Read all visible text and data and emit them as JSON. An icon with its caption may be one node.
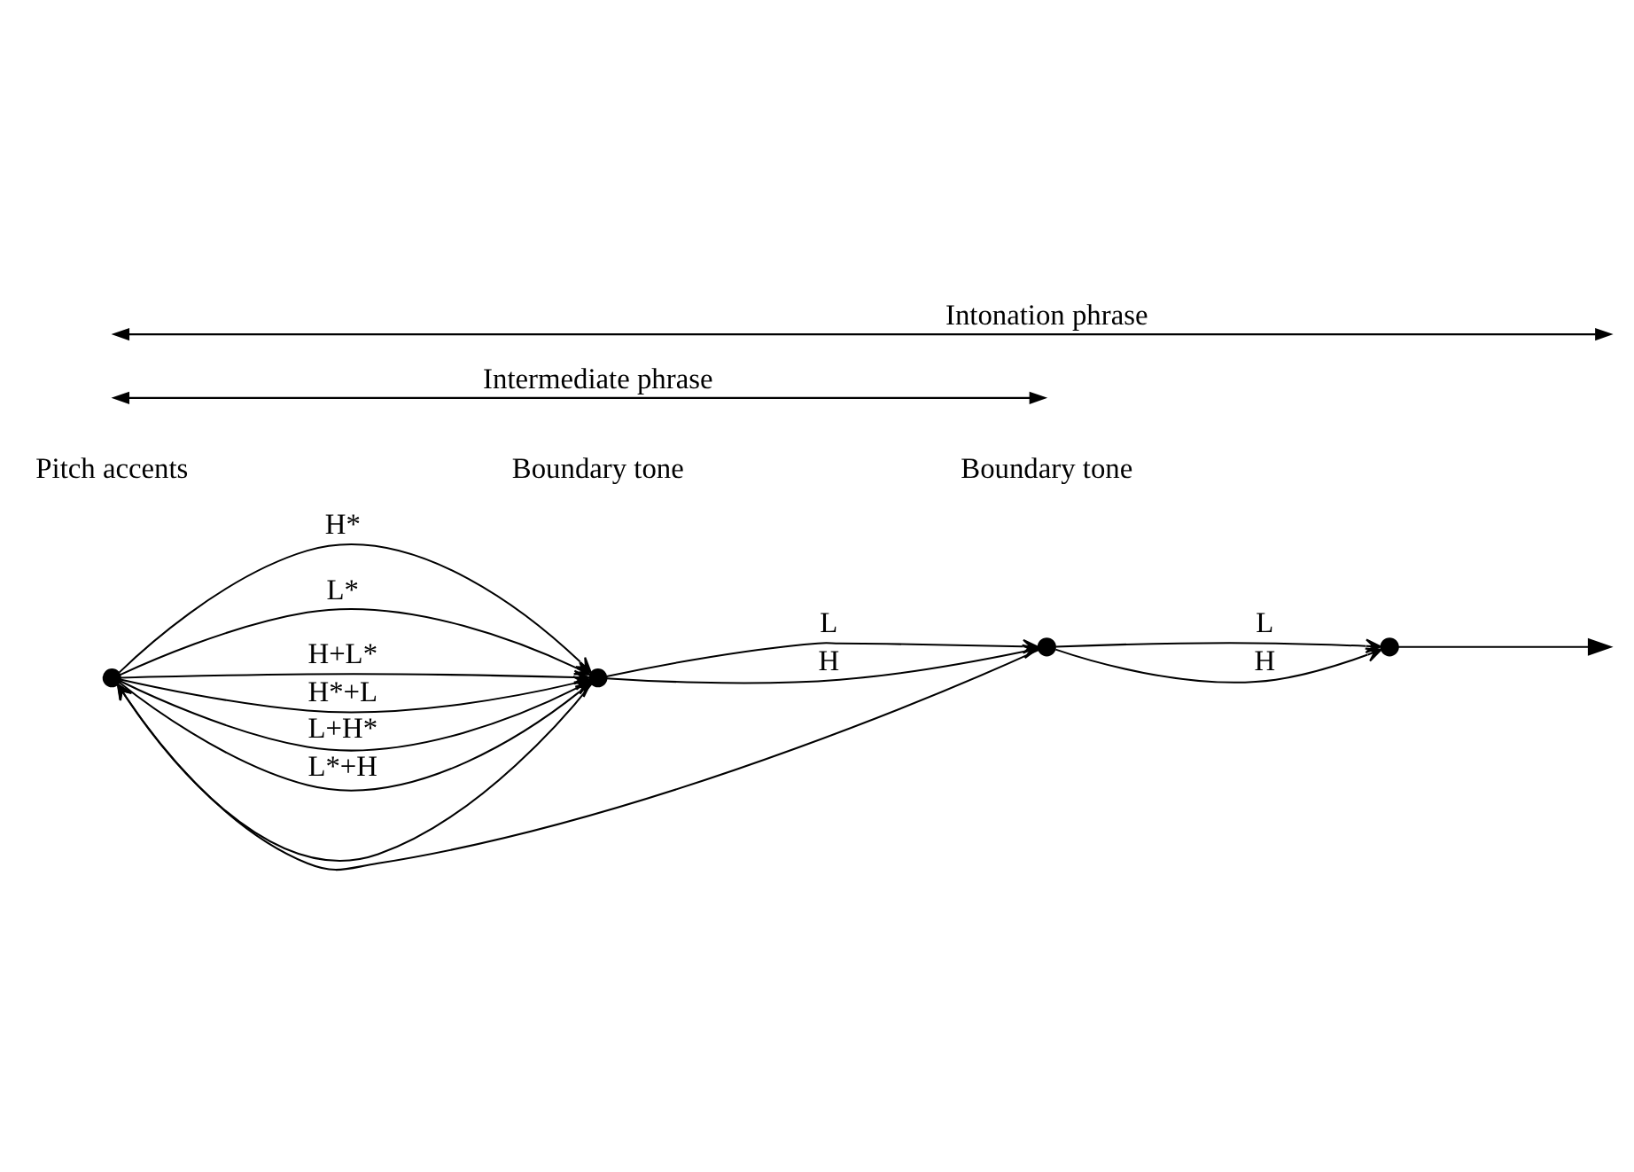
{
  "diagram": {
    "nodes": [
      {
        "text": [],
        "shape": "circle"
      },
      {
        "text": [],
        "shape": "circle"
      },
      {
        "text": [],
        "shape": "circle"
      },
      {
        "text": [],
        "shape": "circle"
      }
    ],
    "edges": [
      {
        "from": 1,
        "to": 0,
        "arrow": "to"
      },
      {
        "from": 0,
        "to": 1,
        "label": "H*",
        "arrow": "to"
      },
      {
        "from": 0,
        "to": 1,
        "label": "L*",
        "arrow": "to"
      },
      {
        "from": 0,
        "to": 1,
        "label": "H+L*",
        "arrow": "to"
      },
      {
        "from": 0,
        "to": 1,
        "label": "H*+L",
        "arrow": "to"
      },
      {
        "from": 0,
        "to": 1,
        "label": "L+H*",
        "arrow": "to"
      },
      {
        "from": 0,
        "to": 1,
        "label": "L*+H",
        "arrow": "to"
      },
      {
        "from": 1,
        "to": 2,
        "label": "L",
        "arrow": "to"
      },
      {
        "from": 1,
        "to": 2,
        "label": "H",
        "arrow": "to"
      },
      {
        "from": 2,
        "to": 3,
        "label": "L",
        "arrow": "to"
      },
      {
        "from": 2,
        "to": 3,
        "label": "H",
        "arrow": "to"
      },
      {
        "from": 2,
        "to": 0,
        "arrow": "to"
      },
      {
        "from": 3,
        "to": null,
        "arrow": "to"
      }
    ],
    "labels": [
      "Pitch accents",
      "Boundary tone",
      "Boundary tone",
      "Intermediate phrase",
      "Intonation phrase"
    ]
  }
}
